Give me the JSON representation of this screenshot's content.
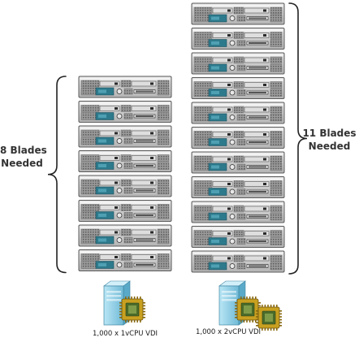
{
  "left_group": {
    "blade_count": 8,
    "label_line1": "8 Blades",
    "label_line2": "Needed",
    "caption": "1,000 x 1vCPU VDI",
    "cpu_chips": 1
  },
  "right_group": {
    "blade_count": 11,
    "label_line1": "11 Blades",
    "label_line2": "Needed",
    "caption": "1,000 x 2vCPU VDI",
    "cpu_chips": 2
  },
  "colors": {
    "blade_body": "#c9c9c9",
    "blade_border": "#5a5a5a",
    "blade_panel": "#2d7a8c",
    "brace": "#222222",
    "server_icon": "#8fd0e8",
    "chip_body": "#c8a020",
    "chip_core": "#4a6b2a"
  },
  "icons": {
    "server": "server-tower-icon",
    "cpu": "cpu-chip-icon"
  }
}
